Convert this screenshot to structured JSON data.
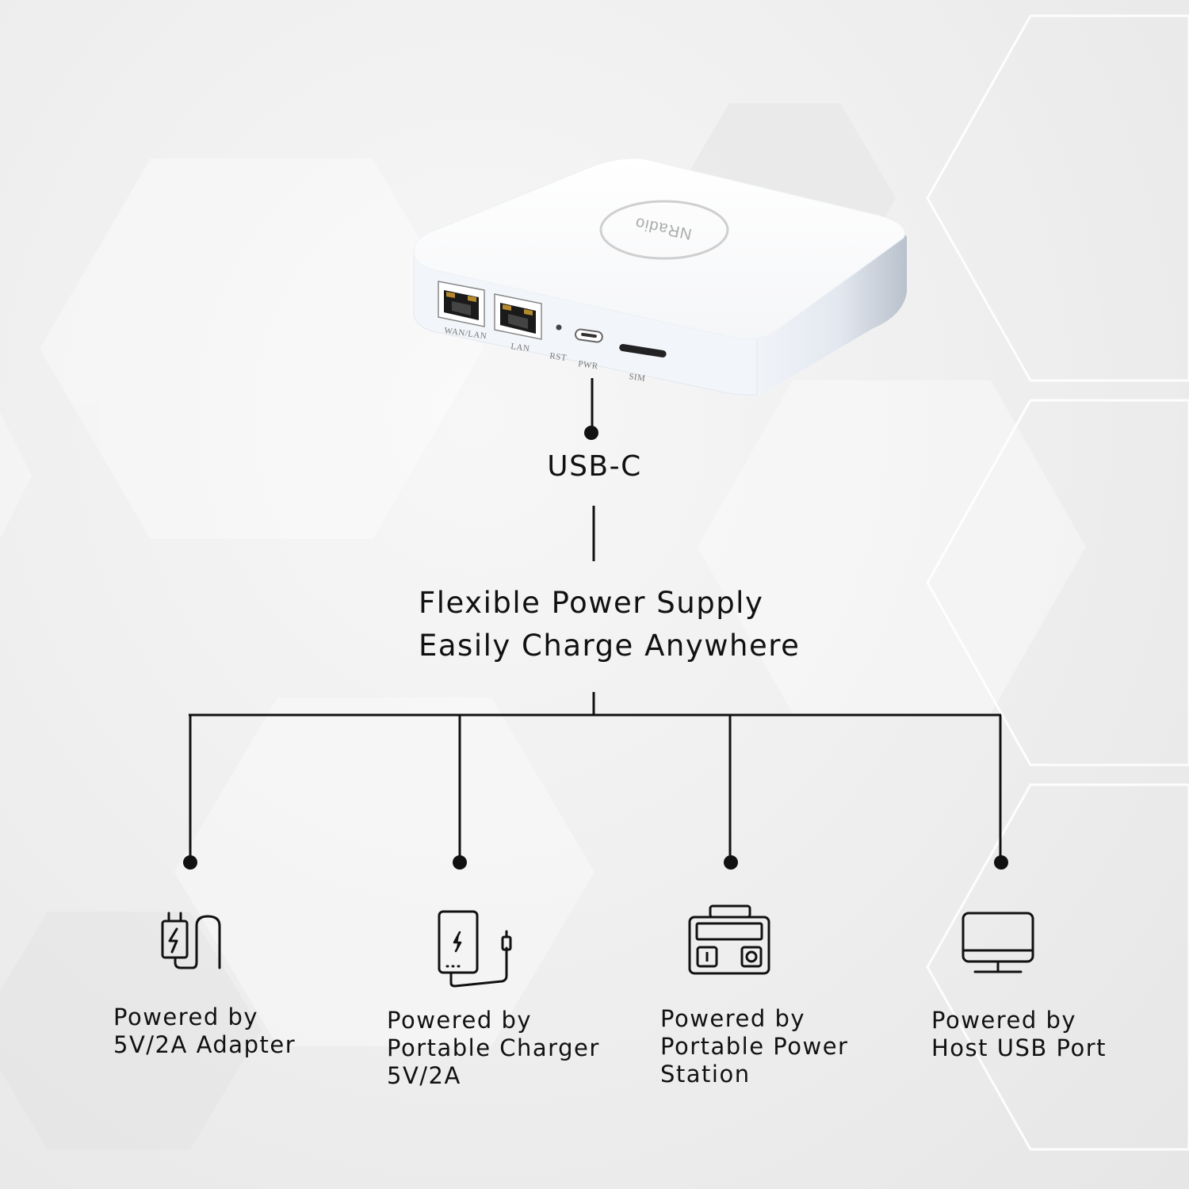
{
  "device": {
    "brand": "NRadio",
    "ports": {
      "wan_lan": "WAN/LAN",
      "lan": "LAN",
      "rst": "RST",
      "pwr": "PWR",
      "sim": "SIM"
    }
  },
  "connector_label": "USB-C",
  "headline": {
    "line1": "Flexible Power Supply",
    "line2": "Easily Charge Anywhere"
  },
  "options": [
    {
      "icon": "wall-adapter-icon",
      "lines": [
        "Powered by",
        "5V/2A Adapter"
      ]
    },
    {
      "icon": "power-bank-icon",
      "lines": [
        "Powered by",
        "Portable Charger",
        "5V/2A"
      ]
    },
    {
      "icon": "power-station-icon",
      "lines": [
        "Powered by",
        "Portable Power",
        "Station"
      ]
    },
    {
      "icon": "monitor-icon",
      "lines": [
        "Powered by",
        "Host USB Port"
      ]
    }
  ],
  "colors": {
    "line": "#111111",
    "device_body": "#ffffff",
    "device_side": "#dde3ec"
  }
}
